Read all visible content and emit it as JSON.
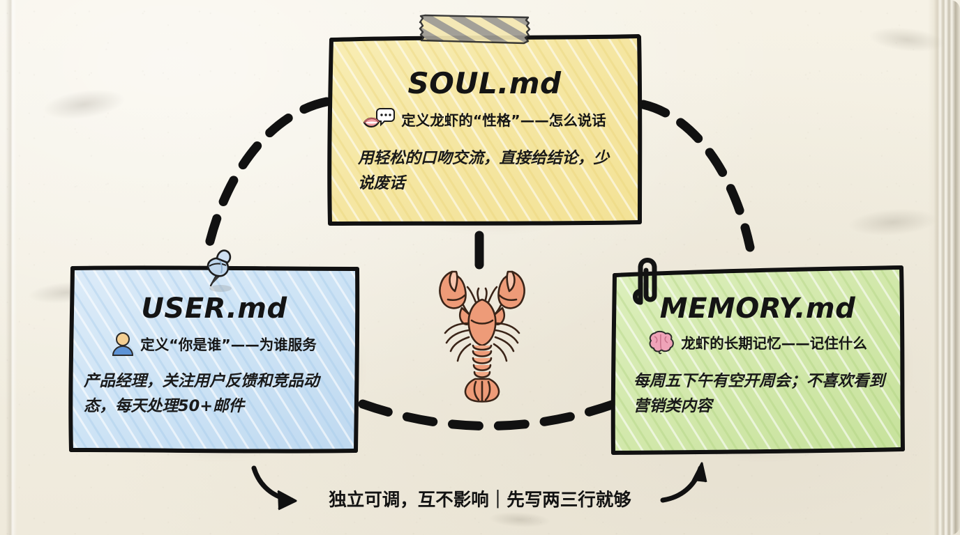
{
  "page": {
    "background_color": "#f3efe2",
    "caption": "独立可调，互不影响｜先写两三行就够"
  },
  "cards": [
    {
      "id": "soul",
      "title": "SOUL.md",
      "color": "#f6e9a8",
      "accent": "#e9d98b",
      "icon": "speaking-lips-icon",
      "subtitle": "定义龙虾的“性格”——怎么说话",
      "detail": "用轻松的口吻交流，直接给结论，少说废话",
      "attachment": "washi-tape"
    },
    {
      "id": "user",
      "title": "USER.md",
      "color": "#cfe4f5",
      "accent": "#aed0ee",
      "icon": "person-icon",
      "subtitle": "定义“你是谁”——为谁服务",
      "detail": "产品经理，关注用户反馈和竞品动态，每天处理50+邮件",
      "attachment": "pushpin"
    },
    {
      "id": "memory",
      "title": "MEMORY.md",
      "color": "#d4e9ab",
      "accent": "#bedd8c",
      "icon": "brain-icon",
      "subtitle": "龙虾的长期记忆——记住什么",
      "detail": "每周五下午有空开周会；不喜欢看到营销类内容",
      "attachment": "paperclip"
    }
  ],
  "center": {
    "illustration": "lobster-illustration",
    "body_color": "#ee9270",
    "outline_color": "#3a2418"
  },
  "connectors": [
    {
      "name": "soul-to-user-arc",
      "style": "dashed"
    },
    {
      "name": "soul-to-memory-arc",
      "style": "dashed"
    },
    {
      "name": "user-to-memory-arc",
      "style": "dashed"
    },
    {
      "name": "soul-to-lobster-tick",
      "style": "solid"
    },
    {
      "name": "caption-left-arrow",
      "style": "solid"
    },
    {
      "name": "caption-right-arrow",
      "style": "solid"
    }
  ]
}
